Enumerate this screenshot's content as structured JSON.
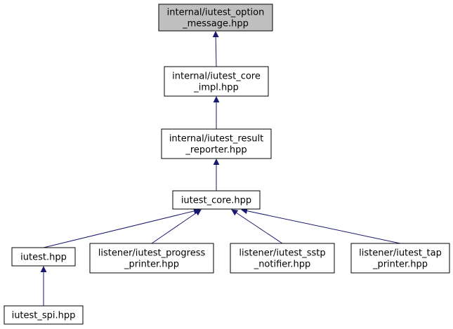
{
  "colors": {
    "node_fill": "#ffffff",
    "node_border": "#000000",
    "highlight_fill": "#bfbfbf",
    "edge": "#191970",
    "text": "#000000"
  },
  "nodes": [
    {
      "id": "option_message",
      "lines": [
        "internal/iutest_option",
        "_message.hpp"
      ],
      "highlighted": true
    },
    {
      "id": "core_impl",
      "lines": [
        "internal/iutest_core",
        "_impl.hpp"
      ]
    },
    {
      "id": "result_reporter",
      "lines": [
        "internal/iutest_result",
        "_reporter.hpp"
      ]
    },
    {
      "id": "core",
      "lines": [
        "iutest_core.hpp"
      ]
    },
    {
      "id": "iutest",
      "lines": [
        "iutest.hpp"
      ]
    },
    {
      "id": "progress_printer",
      "lines": [
        "listener/iutest_progress",
        "_printer.hpp"
      ]
    },
    {
      "id": "sstp_notifier",
      "lines": [
        "listener/iutest_sstp",
        "_notifier.hpp"
      ]
    },
    {
      "id": "tap_printer",
      "lines": [
        "listener/iutest_tap",
        "_printer.hpp"
      ]
    },
    {
      "id": "spi",
      "lines": [
        "iutest_spi.hpp"
      ]
    }
  ],
  "edges": [
    {
      "from": "core_impl",
      "to": "option_message"
    },
    {
      "from": "result_reporter",
      "to": "core_impl"
    },
    {
      "from": "core",
      "to": "result_reporter"
    },
    {
      "from": "iutest",
      "to": "core"
    },
    {
      "from": "progress_printer",
      "to": "core"
    },
    {
      "from": "sstp_notifier",
      "to": "core"
    },
    {
      "from": "tap_printer",
      "to": "core"
    },
    {
      "from": "spi",
      "to": "iutest"
    }
  ]
}
